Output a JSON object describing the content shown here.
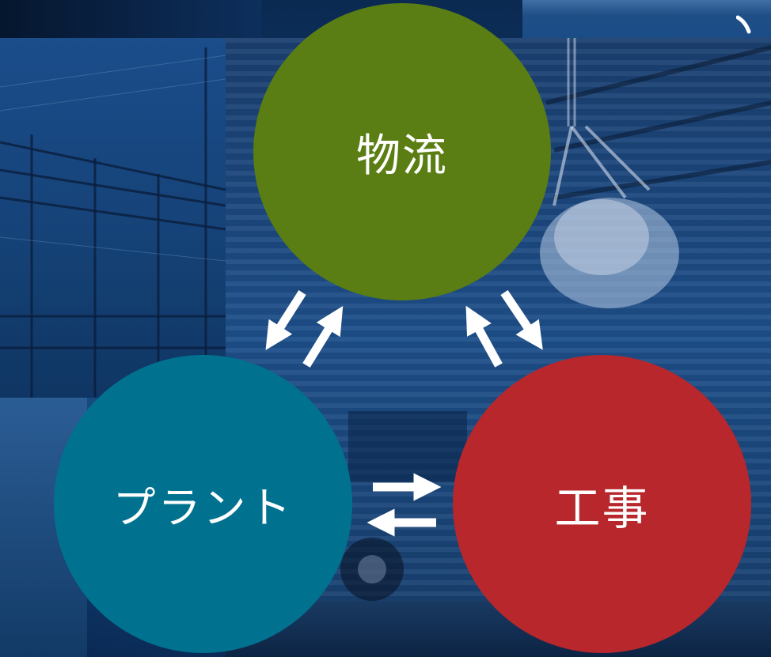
{
  "diagram": {
    "nodes": {
      "logistics": {
        "label": "物流",
        "color": "#5a7e13"
      },
      "plant": {
        "label": "プラント",
        "color": "#00728f"
      },
      "construction": {
        "label": "工事",
        "color": "#b7272c"
      }
    },
    "connections": [
      {
        "from": "logistics",
        "to": "plant",
        "direction": "bidirectional"
      },
      {
        "from": "logistics",
        "to": "construction",
        "direction": "bidirectional"
      },
      {
        "from": "plant",
        "to": "construction",
        "direction": "bidirectional"
      }
    ],
    "arrow_color": "#ffffff",
    "background_color": "#0e3a6e"
  }
}
